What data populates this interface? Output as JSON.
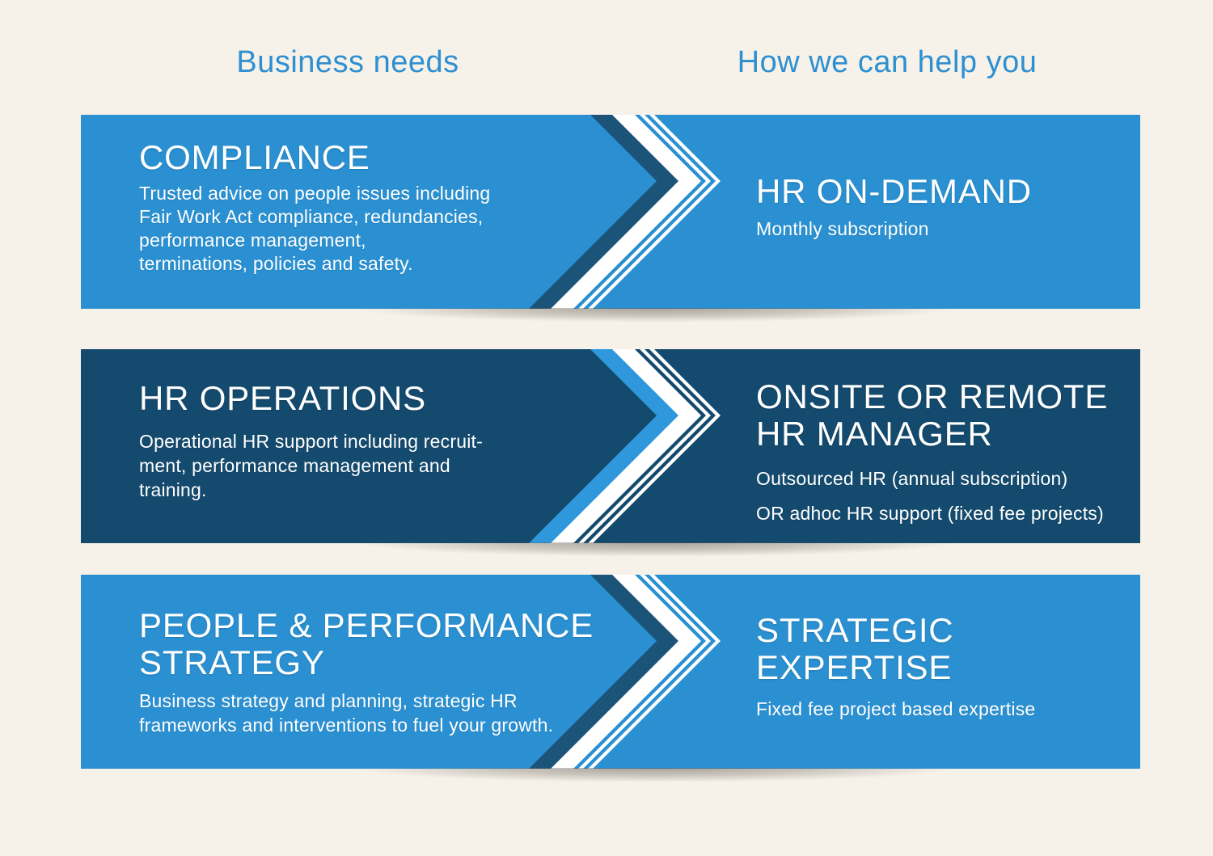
{
  "page": {
    "background": "#f6f1e9",
    "header_blue": "#2e90d1",
    "blue": "#2a90d1",
    "navy": "#134a6e",
    "band_navy": "#1b5478",
    "band_light_blue": "#2f97dc",
    "text_color": "#ffffff"
  },
  "headers": {
    "left": "Business needs",
    "right": "How we can help you"
  },
  "rows": [
    {
      "colors": {
        "panel": "#2a90d1",
        "band": "#1b5478"
      },
      "need": {
        "title_lines": [
          "COMPLIANCE"
        ],
        "description_lines": [
          "Trusted advice on people issues including",
          "Fair Work Act compliance, redundancies,",
          "performance management,",
          "terminations, policies and safety."
        ]
      },
      "help": {
        "title_lines": [
          "HR ON-DEMAND"
        ],
        "description_lines": [
          "Monthly subscription"
        ]
      }
    },
    {
      "colors": {
        "panel": "#144a6e",
        "band": "#2f97dc"
      },
      "need": {
        "title_lines": [
          "HR OPERATIONS"
        ],
        "description_lines": [
          "Operational HR support including recruit-",
          "ment, performance management and",
          "training."
        ]
      },
      "help": {
        "title_lines": [
          "ONSITE OR REMOTE",
          "HR MANAGER"
        ],
        "description_lines": [
          "Outsourced HR (annual subscription)",
          "OR adhoc HR support (fixed fee projects)"
        ]
      }
    },
    {
      "colors": {
        "panel": "#2a90d1",
        "band": "#1b5478"
      },
      "need": {
        "title_lines": [
          "PEOPLE & PERFORMANCE",
          "STRATEGY"
        ],
        "description_lines": [
          "Business strategy and planning, strategic HR",
          "frameworks and interventions to fuel your growth."
        ]
      },
      "help": {
        "title_lines": [
          "STRATEGIC",
          "EXPERTISE"
        ],
        "description_lines": [
          "Fixed fee project based expertise"
        ]
      }
    }
  ]
}
